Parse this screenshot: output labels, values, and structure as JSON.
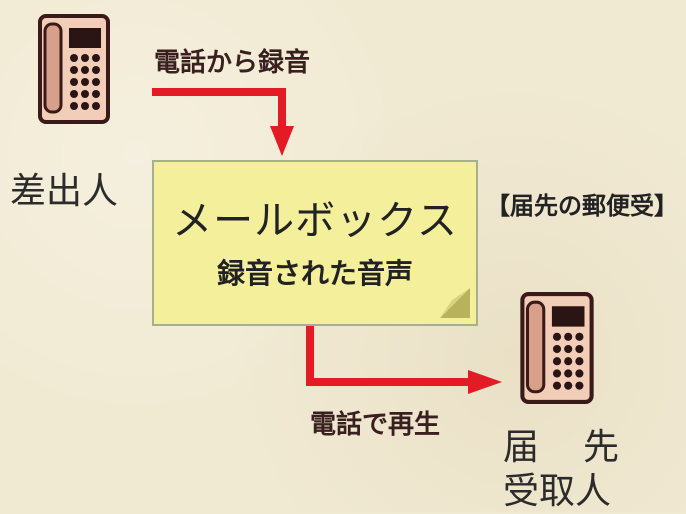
{
  "labels": {
    "record_from_phone": "電話から録音",
    "playback_by_phone": "電話で再生",
    "sender": "差出人",
    "recipient_line1": "届　先",
    "recipient_line2": "受取人",
    "mailbox_title": "メールボックス",
    "mailbox_subtitle": "録音された音声",
    "side_tag": "【届先の郵便受】"
  },
  "colors": {
    "background": "#f1ead3",
    "mailbox_fill": "#f4ef9b",
    "mailbox_border": "#a7b08c",
    "arrow": "#e31b24",
    "phone_body": "#f2cdb8",
    "phone_outline": "#3a1a18",
    "text": "#222222"
  },
  "icons": {
    "sender_phone": "telephone-icon",
    "recipient_phone": "telephone-icon",
    "mailbox_fold": "folded-corner-icon"
  }
}
